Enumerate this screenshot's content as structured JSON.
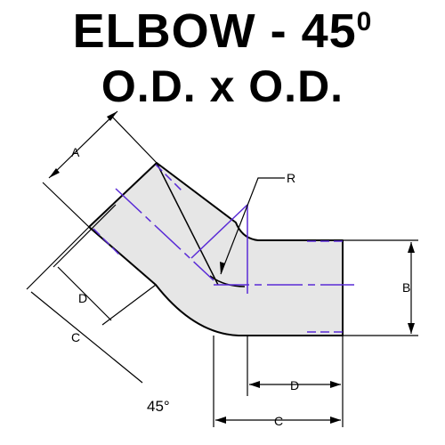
{
  "title": {
    "line1_main": "ELBOW - 45",
    "line1_superscript": "0",
    "line2": "O.D. x O.D."
  },
  "labels": {
    "a": "A",
    "b": "B",
    "r": "R",
    "d_left": "D",
    "c_left": "C",
    "d_bottom": "D",
    "c_bottom": "C",
    "angle": "45°"
  },
  "colors": {
    "outline": "#000000",
    "fill": "#e6e6e6",
    "centerline": "#5a2bd6"
  }
}
